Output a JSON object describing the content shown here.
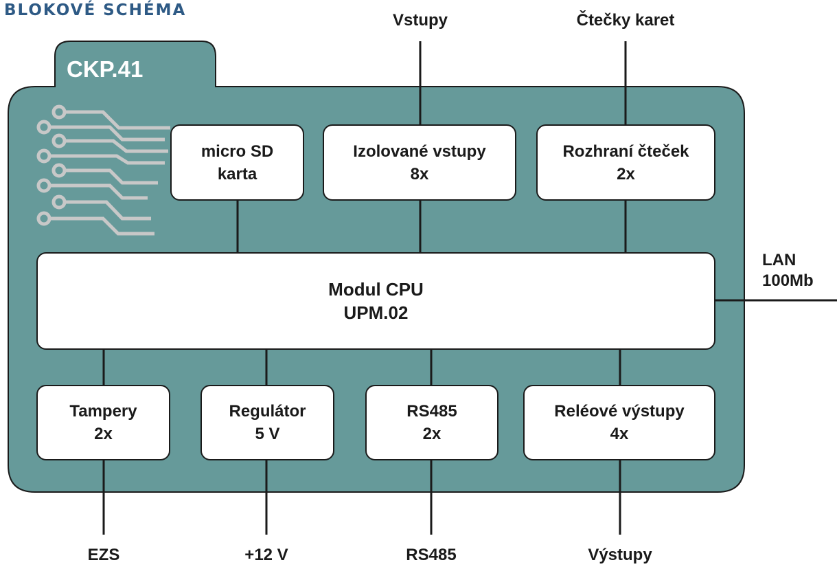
{
  "heading": "BLOKOVÉ SCHÉMA",
  "device_name": "CKP.41",
  "colors": {
    "board": "#669a9a",
    "heading": "#2e5a85",
    "line": "#1a1a1a"
  },
  "external": {
    "top_inputs": "Vstupy",
    "top_readers": "Čtečky karet",
    "lan_line1": "LAN",
    "lan_line2": "100Mb",
    "bottom_ezs": "EZS",
    "bottom_power": "+12 V",
    "bottom_rs485": "RS485",
    "bottom_outputs": "Výstupy"
  },
  "blocks": {
    "sd": {
      "line1": "micro SD",
      "line2": "karta"
    },
    "isolated_inputs": {
      "line1": "Izolované vstupy",
      "line2": "8x"
    },
    "reader_interface": {
      "line1": "Rozhraní čteček",
      "line2": "2x"
    },
    "cpu": {
      "line1": "Modul CPU",
      "line2": "UPM.02"
    },
    "tampers": {
      "line1": "Tampery",
      "line2": "2x"
    },
    "regulator": {
      "line1": "Regulátor",
      "line2": "5 V"
    },
    "rs485": {
      "line1": "RS485",
      "line2": "2x"
    },
    "relay_outputs": {
      "line1": "Reléové výstupy",
      "line2": "4x"
    }
  }
}
